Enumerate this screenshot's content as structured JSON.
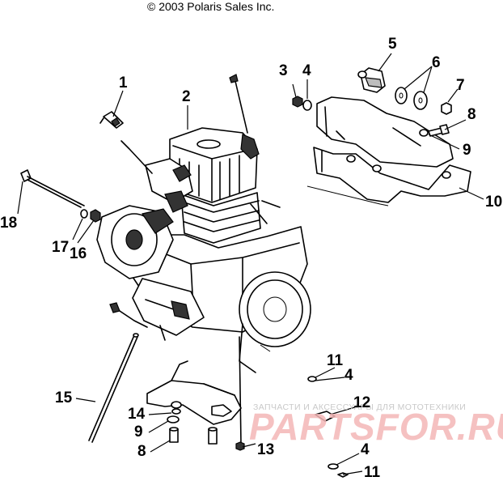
{
  "copyright": "© 2003 Polaris Sales Inc.",
  "callouts": [
    {
      "key": "c1",
      "label": "1"
    },
    {
      "key": "c2",
      "label": "2"
    },
    {
      "key": "c3",
      "label": "3"
    },
    {
      "key": "c4a",
      "label": "4"
    },
    {
      "key": "c5",
      "label": "5"
    },
    {
      "key": "c6",
      "label": "6"
    },
    {
      "key": "c7",
      "label": "7"
    },
    {
      "key": "c8a",
      "label": "8"
    },
    {
      "key": "c9a",
      "label": "9"
    },
    {
      "key": "c10",
      "label": "10"
    },
    {
      "key": "c11a",
      "label": "11"
    },
    {
      "key": "c4b",
      "label": "4"
    },
    {
      "key": "c12",
      "label": "12"
    },
    {
      "key": "c4c",
      "label": "4"
    },
    {
      "key": "c11b",
      "label": "11"
    },
    {
      "key": "c13",
      "label": "13"
    },
    {
      "key": "c14",
      "label": "14"
    },
    {
      "key": "c9b",
      "label": "9"
    },
    {
      "key": "c8b",
      "label": "8"
    },
    {
      "key": "c15",
      "label": "15"
    },
    {
      "key": "c16",
      "label": "16"
    },
    {
      "key": "c17",
      "label": "17"
    },
    {
      "key": "c18",
      "label": "18"
    }
  ],
  "watermark": {
    "caption": "ЗАПЧАСТИ И АКСЕССУАРЫ ДЛЯ МОТОТЕХНИКИ",
    "logo": "PARTSFOR.RU"
  }
}
